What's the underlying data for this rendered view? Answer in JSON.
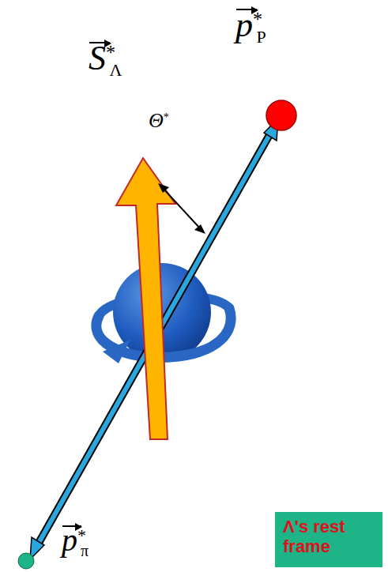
{
  "diagram": {
    "nodes": [
      {
        "text": [
          "Λ's rest frame"
        ]
      }
    ],
    "labels": [
      "p*P",
      "S*Λ",
      "Θ*",
      "p*π"
    ]
  }
}
